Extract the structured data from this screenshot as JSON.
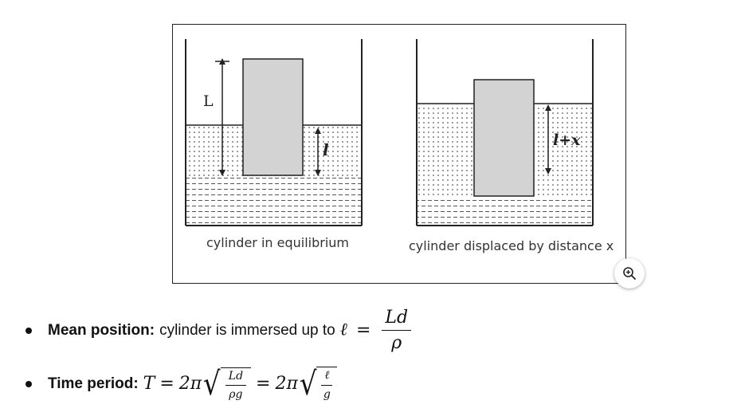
{
  "figure": {
    "left_diagram": {
      "label_L": "L",
      "label_l": "l",
      "caption": "cylinder in equilibrium"
    },
    "right_diagram": {
      "label_displacement": "l+x",
      "caption": "cylinder displaced by distance x"
    },
    "zoom_icon": "zoom-in-icon"
  },
  "bullets": [
    {
      "label": "Mean position:",
      "text": "cylinder is immersed up to",
      "math": {
        "lhs": "ℓ",
        "eq": "=",
        "numerator": "Ld",
        "denominator": "ρ"
      }
    },
    {
      "label": "Time period:",
      "math": {
        "lhs": "T",
        "eq": "=",
        "coef": "2π",
        "frac1_num": "Ld",
        "frac1_den": "ρg",
        "eq2": "=",
        "coef2": "2π",
        "frac2_num": "ℓ",
        "frac2_den": "g"
      }
    }
  ],
  "colors": {
    "cylinder_fill": "#d3d3d3",
    "outline": "#222222",
    "dots": "#555555"
  }
}
